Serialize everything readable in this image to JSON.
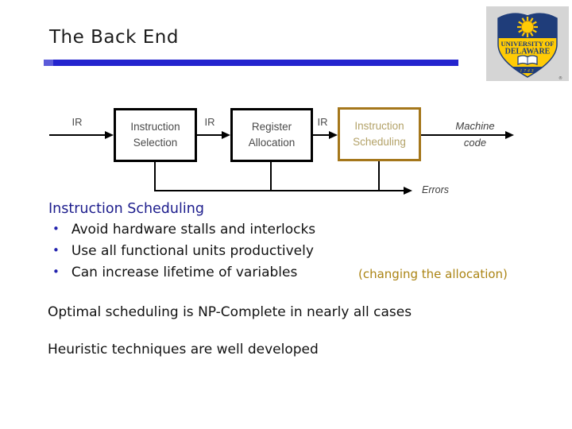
{
  "slide": {
    "title": "The Back End",
    "accent_color": "#2424ce",
    "background": "#ffffff"
  },
  "diagram": {
    "ir_labels": [
      "IR",
      "IR",
      "IR"
    ],
    "boxes": [
      {
        "label": "Instruction Selection",
        "border_color": "#000000",
        "text_color": "#4a4a4a"
      },
      {
        "label": "Register Allocation",
        "border_color": "#000000",
        "text_color": "#4a4a4a"
      },
      {
        "label": "Instruction Scheduling",
        "border_color": "#a5771b",
        "text_color": "#b3a268"
      }
    ],
    "machine_label_line1": "Machine",
    "machine_label_line2": "code",
    "errors_label": "Errors"
  },
  "content": {
    "heading": "Instruction Scheduling",
    "heading_color": "#1c1c8c",
    "bullet_char": "•",
    "bullets": [
      "Avoid hardware stalls and interlocks",
      "Use all functional units productively",
      "Can increase lifetime of variables"
    ],
    "note": "(changing the allocation)",
    "note_color": "#ab8414",
    "para1": "Optimal scheduling is NP-Complete in nearly all cases",
    "para2": "Heuristic techniques are well developed"
  },
  "logo": {
    "line1": "UNIVERSITY OF",
    "line2": "DELAWARE",
    "year": "1743",
    "reg": "®",
    "navy": "#1f3d7a",
    "gold": "#ffcb05",
    "panel_gray": "#d5d5d5"
  }
}
